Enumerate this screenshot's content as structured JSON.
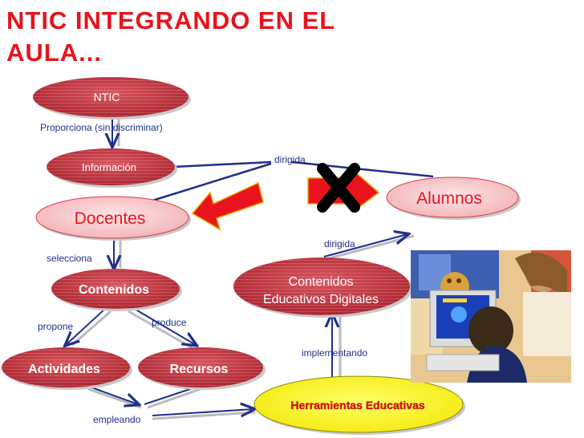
{
  "title": "NTIC INTEGRANDO EN EL AULA...",
  "nodes": {
    "ntic": "NTIC",
    "informacion": "Información",
    "docentes": "Docentes",
    "alumnos": "Alumnos",
    "contenidos": "Contenidos",
    "actividades": "Actividades",
    "recursos": "Recursos",
    "contenidos_digitales_line1": "Contenidos",
    "contenidos_digitales_line2": "Educativos Digitales",
    "herramientas": "Herramientas Educativas"
  },
  "edge_labels": {
    "proporciona": "Proporciona  (sin discriminar)",
    "dirigida_top": "dirigida",
    "selecciona": "selecciona",
    "propone": "propone",
    "produce": "produce",
    "empleando": "empleando",
    "implementando": "implementando",
    "dirigida_bottom": "dirigida"
  },
  "photo": {
    "description_icon": "classroom-computer-photo"
  },
  "colors": {
    "title_red": "#e8131d",
    "node_red": "#c0353f",
    "docentes_pink": "#f6c9cc",
    "herramientas_yellow": "#ffff00",
    "arrow_blue": "#1f2f8c",
    "arrow_red": "#e8131d"
  }
}
